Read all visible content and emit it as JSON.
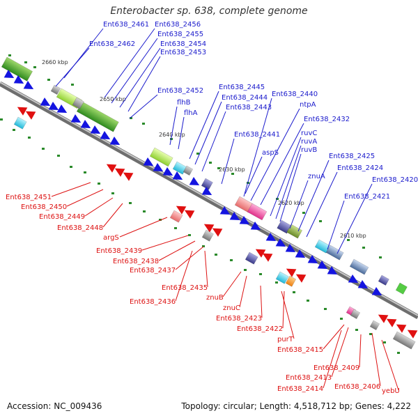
{
  "title": "Enterobacter sp. 638, complete genome",
  "accession": "Accession: NC_009436",
  "topology": "Topology: circular; Length: 4,518,712 bp; Genes: 4,222",
  "ruler_labels": [
    "2660 kbp",
    "2650 kbp",
    "2640 kbp",
    "2630 kbp",
    "2620 kbp",
    "2610 kbp"
  ],
  "top_labels": [
    "Ent638_2461",
    "Ent638_2462",
    "Ent638_2456",
    "Ent638_2455",
    "Ent638_2454",
    "Ent638_2453",
    "Ent638_2452",
    "flhB",
    "flhA",
    "Ent638_2445",
    "Ent638_2444",
    "Ent638_2443",
    "Ent638_2440",
    "ntpA",
    "Ent638_2432",
    "Ent638_2441",
    "aspS",
    "ruvC",
    "ruvA",
    "ruvB",
    "Ent638_2425",
    "znuA",
    "Ent638_2424",
    "Ent638_2420",
    "Ent638_2421"
  ],
  "bottom_labels": [
    "Ent638_2451",
    "Ent638_2450",
    "Ent638_2449",
    "Ent638_2448",
    "argS",
    "Ent638_2439",
    "Ent638_2438",
    "Ent638_2437",
    "Ent638_2435",
    "Ent638_2436",
    "znuB",
    "znuC",
    "Ent638_2423",
    "Ent638_2422",
    "purT",
    "Ent638_2415",
    "Ent638_2409",
    "Ent638_2413",
    "Ent638_2414",
    "Ent638_2406",
    "yebU"
  ],
  "colors": {
    "forward_label": "#1a1acc",
    "reverse_label": "#dd1111",
    "backbone": "#8f8f8f"
  }
}
